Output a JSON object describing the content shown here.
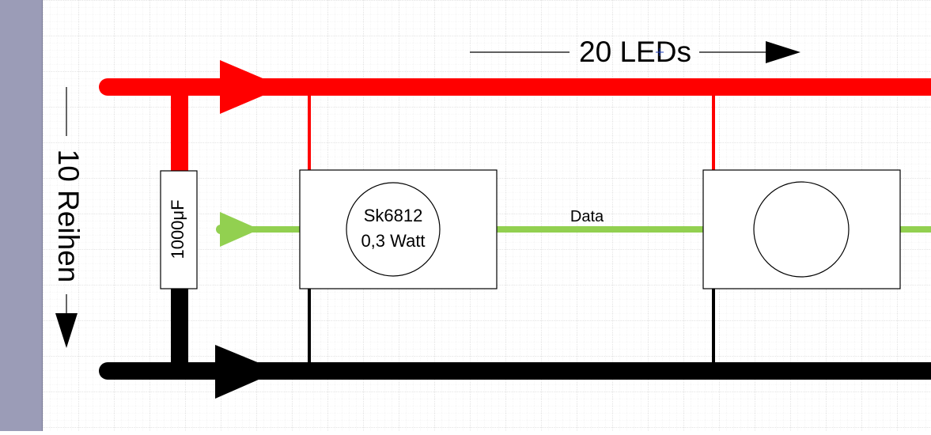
{
  "diagram": {
    "led_count_label": "20 LEDs",
    "rows_label": "10 Reihen",
    "capacitor_label": "1000μF",
    "led_name": "Sk6812",
    "led_power": "0,3 Watt",
    "data_label": "Data"
  },
  "colors": {
    "power_line": "#ff0000",
    "ground_line": "#000000",
    "data_line": "#92d050",
    "grid": "#d6d6d6",
    "sidebar": "#9b9cb7"
  }
}
